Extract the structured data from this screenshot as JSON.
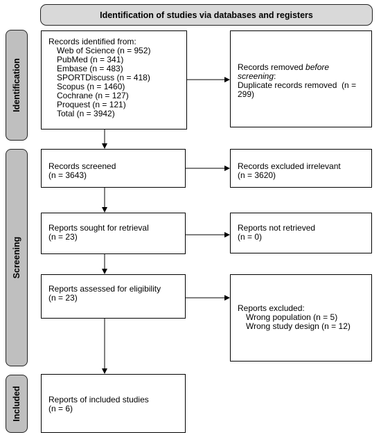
{
  "header": {
    "title": "Identification of studies via databases and registers"
  },
  "stages": {
    "identification": "Identification",
    "screening": "Screening",
    "included": "Included"
  },
  "identified": {
    "title": "Records identified from:",
    "sources": [
      "Web of Science (n = 952)",
      "PubMed (n = 341)",
      "Embase (n = 483)",
      "SPORTDiscuss (n = 418)",
      "Scopus (n = 1460)",
      "Cochrane (n = 127)",
      "Proquest (n = 121)"
    ],
    "total": "Total (n = 3942)"
  },
  "removed": {
    "line1_prefix": "Records removed ",
    "line1_emph": "before",
    "line2_emph": "screening",
    "line2_suffix": ":",
    "line3": "Duplicate records removed  (n =",
    "line4": "299)"
  },
  "screened": {
    "title": "Records screened",
    "count": "(n = 3643)"
  },
  "excluded_irrelevant": {
    "title": "Records excluded irrelevant",
    "count": "(n = 3620)"
  },
  "sought": {
    "title": "Reports sought for retrieval",
    "count": "(n = 23)"
  },
  "not_retrieved": {
    "title": "Reports not retrieved",
    "count": "(n = 0)"
  },
  "assessed": {
    "title": "Reports assessed for eligibility",
    "count": "(n = 23)"
  },
  "reports_excluded": {
    "title": "Reports excluded:",
    "reasons": [
      "Wrong population (n = 5)",
      "Wrong study design (n = 12)"
    ]
  },
  "included": {
    "title": "Reports of included studies",
    "count": "(n = 6)"
  }
}
